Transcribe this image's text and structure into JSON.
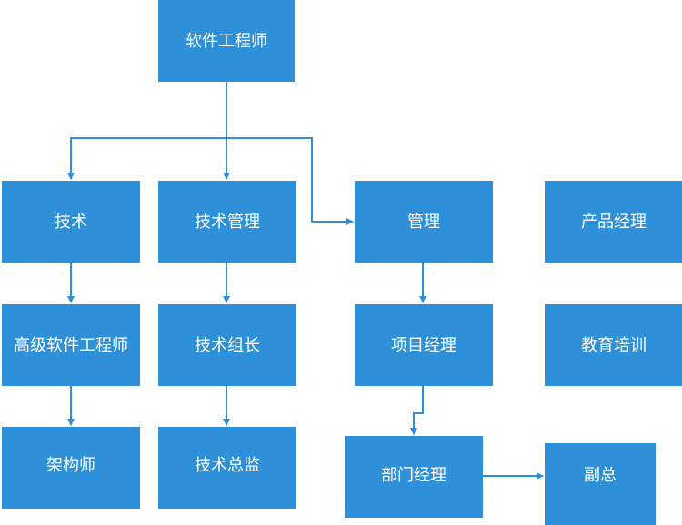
{
  "nodes": {
    "software_engineer": "软件工程师",
    "tech": "技术",
    "tech_management": "技术管理",
    "management": "管理",
    "product_manager": "产品经理",
    "senior_software_engineer": "高级软件工程师",
    "tech_lead": "技术组长",
    "project_manager": "项目经理",
    "education_training": "教育培训",
    "architect": "架构师",
    "tech_director": "技术总监",
    "department_manager": "部门经理",
    "vice_president": "副总"
  },
  "colors": {
    "node_fill": "#2e90d9",
    "node_text": "#ffffff",
    "connector": "#2e90d9"
  }
}
